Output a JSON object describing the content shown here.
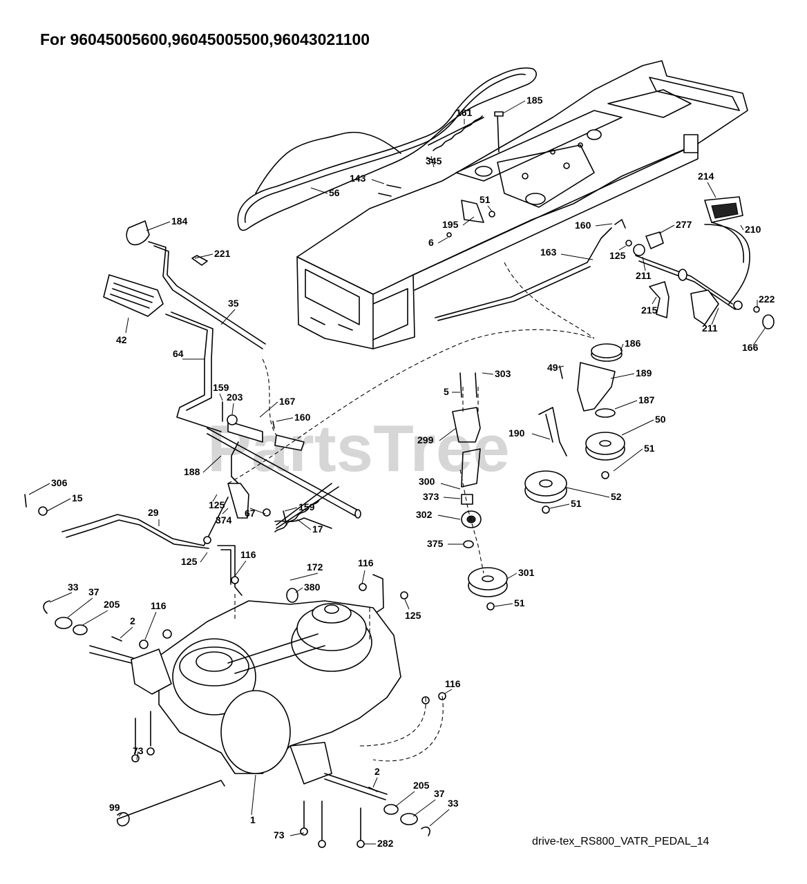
{
  "title": "For 96045005600,96045005500,96043021100",
  "footer_code": "drive-tex_RS800_VATR_PEDAL_14",
  "watermark": "PartsTree",
  "part_labels": [
    "185",
    "161",
    "345",
    "143",
    "56",
    "51",
    "195",
    "6",
    "184",
    "221",
    "160",
    "277",
    "214",
    "210",
    "163",
    "125",
    "211",
    "222",
    "215",
    "211",
    "166",
    "42",
    "35",
    "186",
    "49",
    "303",
    "189",
    "5",
    "187",
    "64",
    "159",
    "203",
    "167",
    "160",
    "299",
    "190",
    "50",
    "51",
    "188",
    "300",
    "52",
    "373",
    "51",
    "306",
    "15",
    "29",
    "125",
    "374",
    "67",
    "159",
    "302",
    "375",
    "17",
    "125",
    "116",
    "116",
    "172",
    "380",
    "33",
    "37",
    "205",
    "116",
    "2",
    "125",
    "301",
    "51",
    "116",
    "73",
    "2",
    "205",
    "37",
    "33",
    "99",
    "1",
    "73",
    "282"
  ]
}
